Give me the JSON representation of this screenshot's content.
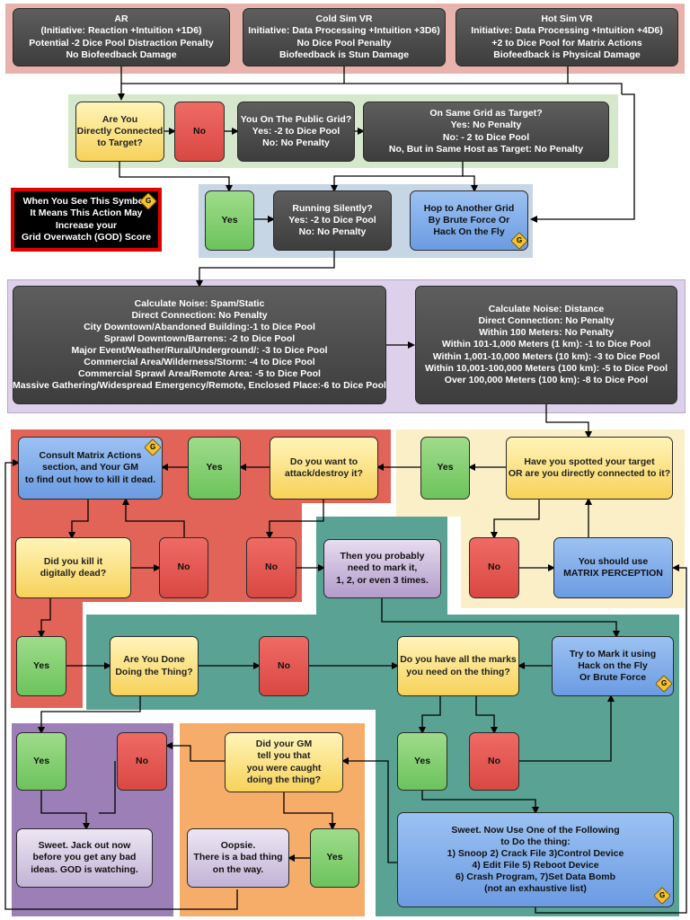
{
  "top": {
    "ar": {
      "lines": [
        "AR",
        "(Initiative: Reaction +Intuition +1D6)",
        "Potential -2 Dice Pool Distraction Penalty",
        "No Biofeedback Damage"
      ]
    },
    "cold": {
      "lines": [
        "Cold Sim VR",
        "Initiative: Data Processing +Intuition +3D6)",
        "No Dice Pool Penalty",
        "Biofeedback is Stun Damage"
      ]
    },
    "hot": {
      "lines": [
        "Hot Sim VR",
        "Initiative: Data Processing +Intuition +4D6)",
        "+2 to Dice Pool for Matrix Actions",
        "Biofeedback is Physical Damage"
      ]
    }
  },
  "grid": {
    "connected": {
      "lines": [
        "Are You",
        "Directly Connected",
        "to Target?"
      ]
    },
    "no": "No",
    "public": {
      "lines": [
        "You On The Public Grid?",
        "Yes: -2 to Dice Pool",
        "No: No Penalty"
      ]
    },
    "same": {
      "lines": [
        "On Same Grid as Target?",
        "Yes: No Penalty",
        "No: - 2 to Dice Pool",
        "No, But in Same Host as Target: No Penalty"
      ]
    }
  },
  "legend": {
    "lines": [
      "When You See This Symbol:",
      "It Means This Action May",
      "Increase your",
      "Grid Overwatch (GOD) Score"
    ]
  },
  "silent": {
    "yes": "Yes",
    "running": {
      "lines": [
        "Running Silently?",
        "Yes: -2 to Dice Pool",
        "No: No Penalty"
      ]
    },
    "hop": {
      "lines": [
        "Hop to Another Grid",
        "By Brute Force Or",
        "Hack On the Fly"
      ]
    }
  },
  "noise": {
    "spam": {
      "lines": [
        "Calculate Noise: Spam/Static",
        "Direct Connection: No Penalty",
        "City Downtown/Abandoned Building:-1 to Dice Pool",
        "Sprawl Downtown/Barrens: -2 to Dice Pool",
        "Major Event/Weather/Rural/Underground/: -3 to Dice Pool",
        "Commercial Area/Wilderness/Storm: -4 to Dice Pool",
        "Commercial Sprawl Area/Remote Area: -5 to Dice Pool",
        "Massive Gathering/Widespread Emergency/Remote, Enclosed Place:-6 to Dice Pool"
      ]
    },
    "distance": {
      "lines": [
        "Calculate Noise: Distance",
        "Direct Connection: No Penalty",
        "Within 100 Meters: No Penalty",
        "Within 101-1,000 Meters (1 km): -1 to Dice Pool",
        "Within 1,001-10,000 Meters (10 km): -3 to Dice Pool",
        "Within 10,001-100,000 Meters (100 km): -5 to Dice Pool",
        "Over 100,000 Meters (100 km): -8 to Dice Pool"
      ]
    }
  },
  "flow": {
    "consult": {
      "lines": [
        "Consult Matrix Actions",
        "section, and Your GM",
        "to find out how to kill it dead."
      ]
    },
    "yes": "Yes",
    "no": "No",
    "attack": {
      "lines": [
        "Do you want to",
        "attack/destroy it?"
      ]
    },
    "spotted": {
      "lines": [
        "Have you spotted your target",
        "OR are you directly connected to it?"
      ]
    },
    "kill": {
      "lines": [
        "Did you kill it",
        "digitally dead?"
      ]
    },
    "mark": {
      "lines": [
        "Then you probably",
        "need to mark it,",
        "1, 2, or even 3 times."
      ]
    },
    "perception": {
      "lines": [
        "You should use",
        "MATRIX PERCEPTION"
      ]
    },
    "done": {
      "lines": [
        "Are You Done",
        "Doing the Thing?"
      ]
    },
    "marks": {
      "lines": [
        "Do you have all the marks",
        "you need on the thing?"
      ]
    },
    "trymark": {
      "lines": [
        "Try to Mark it using",
        "Hack on the Fly",
        "Or Brute Force"
      ]
    },
    "caught": {
      "lines": [
        "Did your GM",
        "tell you that",
        "you were caught",
        "doing the thing?"
      ]
    },
    "jack": {
      "lines": [
        "Sweet. Jack out now",
        "before you get any bad",
        "ideas. GOD is watching."
      ]
    },
    "oopsie": {
      "lines": [
        "Oopsie.",
        "There is a bad thing",
        "on the way."
      ]
    },
    "sweet": {
      "lines": [
        "Sweet. Now Use One of the Following",
        "to Do the thing:",
        "1) Snoop 2) Crack File 3)Control Device",
        "4) Edit File 5) Reboot Device",
        "6) Crash Program, 7)Set Data Bomb",
        "(not an exhaustive list)"
      ]
    }
  },
  "god_icon": {
    "glyph": "G",
    "color": "#f2c230"
  },
  "colors": {
    "dark": "#474747",
    "yellow": "#f7d25a",
    "red": "#d94843",
    "green": "#6cc35c",
    "blue": "#6b9be2",
    "purple": "#b39ccb"
  }
}
